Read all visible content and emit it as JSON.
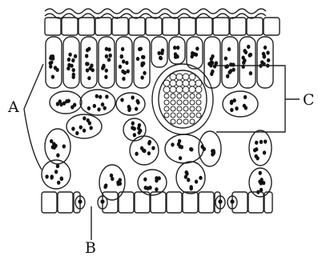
{
  "figure": {
    "subject": "leaf-cross-section",
    "labels": {
      "a": "A",
      "b": "B",
      "c": "C"
    },
    "colors": {
      "outline": "#222222",
      "chloroplast": "#111111",
      "background": "#ffffff"
    }
  }
}
